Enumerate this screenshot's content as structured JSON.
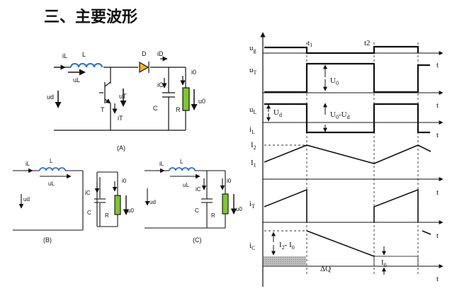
{
  "title": "三、主要波形",
  "circuit_a": {
    "caption": "(A)",
    "iL": "iL",
    "L": "L",
    "uL": "uL",
    "ud": "ud",
    "D": "D",
    "iD": "iD",
    "iC": "iC",
    "C": "C",
    "R": "R",
    "i0": "i0",
    "u0": "u0",
    "uT": "uT",
    "T": "T",
    "iT": "iT"
  },
  "circuit_b": {
    "caption": "(B)",
    "iL": "iL",
    "L": "L",
    "uL": "uL",
    "ud": "ud",
    "iC": "iC",
    "C": "C",
    "R": "R",
    "i0": "i0",
    "u0": "u0"
  },
  "circuit_c": {
    "caption": "(C)",
    "iL": "iL",
    "L": "L",
    "uL": "uL",
    "ud": "ud",
    "iC": "iC",
    "C": "C",
    "R": "R",
    "i0": "i0",
    "u0": "u0"
  },
  "waveforms": {
    "t1": "t",
    "t1_sub": "1",
    "t2": "t2",
    "t": "t",
    "rows": [
      {
        "base": "u",
        "sub": "g"
      },
      {
        "base": "u",
        "sub": "T"
      },
      {
        "base": "u",
        "sub": "L"
      },
      {
        "base": "i",
        "sub": "L"
      },
      {
        "base": "I",
        "sub": "2"
      },
      {
        "base": "I",
        "sub": "1"
      },
      {
        "base": "i",
        "sub": "T"
      },
      {
        "base": "i",
        "sub": "C"
      }
    ],
    "U0": "U",
    "U0_sub": "0",
    "U0_minus_Ud": "U",
    "Ud": "U",
    "Ud_sub": "d",
    "I2_minus_I0": "I",
    "I0": "I",
    "I0_sub": "0",
    "deltaQ": "ΔQ"
  }
}
